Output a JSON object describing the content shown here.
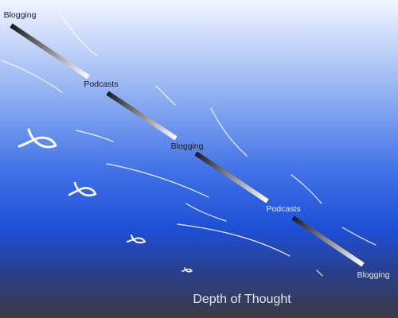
{
  "diagram": {
    "caption": "Depth of Thought",
    "labels": [
      "Blogging",
      "Podcasts",
      "Blogging",
      "Podcasts",
      "Blogging"
    ],
    "colors": {
      "sky_top": "#f3f6ff",
      "sky_mid": "#4d7fe0",
      "sea_deep": "#1c4fd4",
      "floor": "#3a3a3e",
      "streak": "#ffffff",
      "bar_dark": "#1b1b24",
      "bar_light": "#ffffff"
    }
  }
}
